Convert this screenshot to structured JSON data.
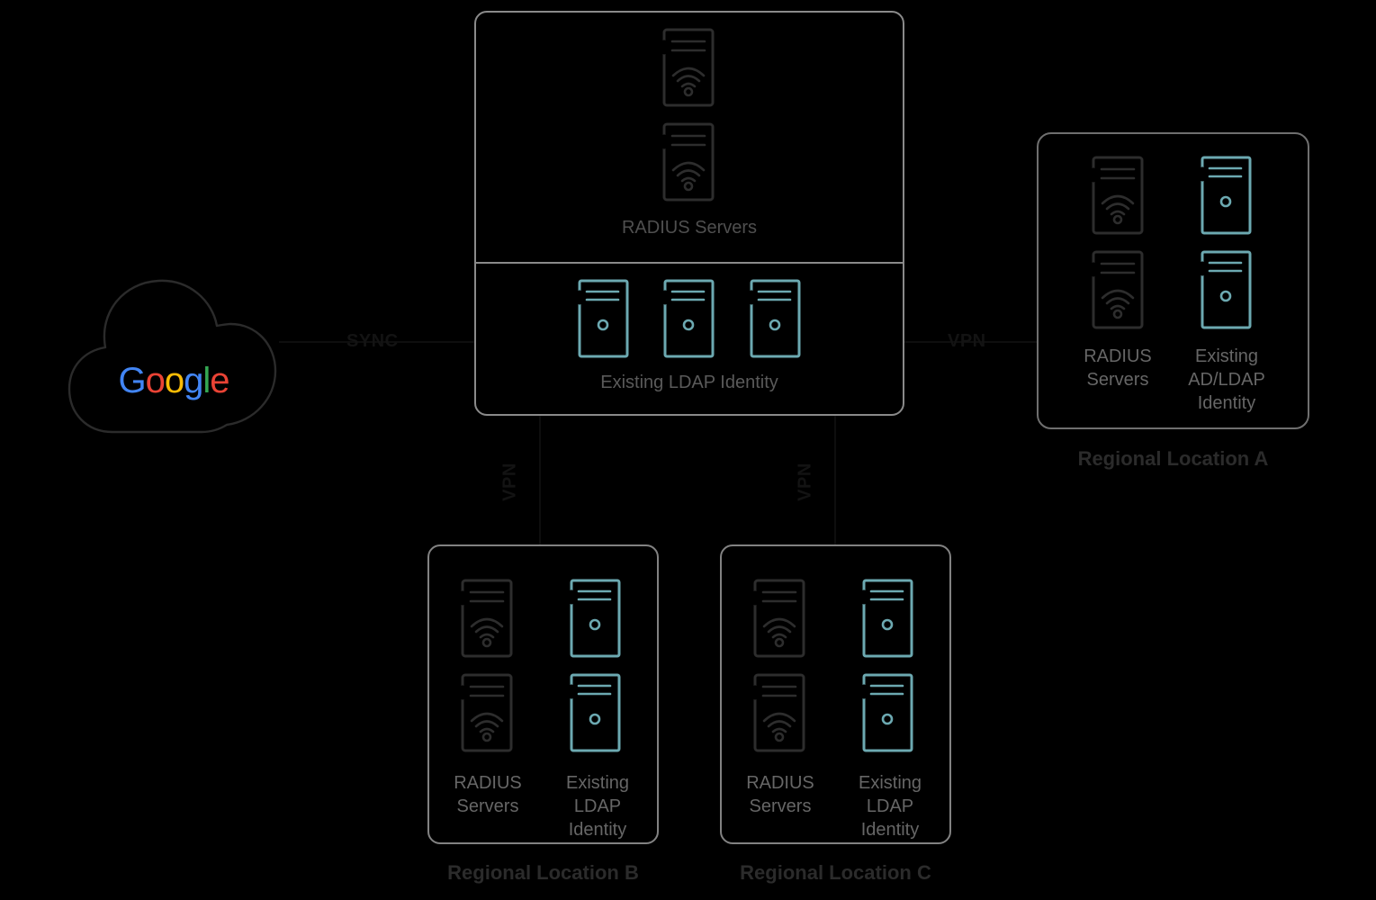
{
  "google": {
    "letters": [
      {
        "char": "G",
        "color": "#4285F4"
      },
      {
        "char": "o",
        "color": "#EA4335"
      },
      {
        "char": "o",
        "color": "#FBBC05"
      },
      {
        "char": "g",
        "color": "#4285F4"
      },
      {
        "char": "l",
        "color": "#34A853"
      },
      {
        "char": "e",
        "color": "#EA4335"
      }
    ]
  },
  "connections": {
    "sync": "SYNC",
    "vpn_a": "VPN",
    "vpn_b": "VPN",
    "vpn_c": "VPN"
  },
  "central": {
    "radius_label": "RADIUS Servers",
    "ldap_label": "Existing LDAP Identity"
  },
  "regions": {
    "a": {
      "radius_label": "RADIUS Servers",
      "identity_label": "Existing AD/LDAP Identity",
      "title": "Regional Location A"
    },
    "b": {
      "radius_label": "RADIUS Servers",
      "identity_label": "Existing LDAP Identity",
      "title": "Regional Location B"
    },
    "c": {
      "radius_label": "RADIUS Servers",
      "identity_label": "Existing LDAP Identity",
      "title": "Regional Location C"
    }
  },
  "colors": {
    "ldap_teal": "#6CA9B1",
    "dark_icon": "#2d2d2d",
    "box_border": "#8a8a8a"
  }
}
